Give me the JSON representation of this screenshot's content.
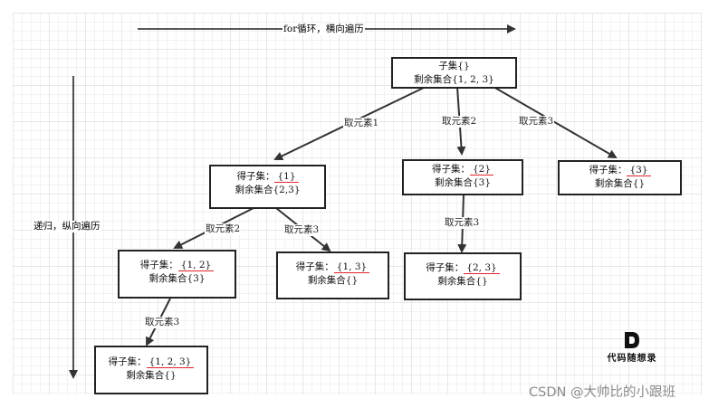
{
  "axes": {
    "horizontal": "for循环，横向遍历",
    "vertical": "递归，纵向遍历"
  },
  "nodes": {
    "root": {
      "line1": "子集{}",
      "line2": "剩余集合{1, 2, 3}"
    },
    "n1": {
      "prefix": "得子集：",
      "subset": "{1}",
      "line2": "剩余集合{2,3}"
    },
    "n2": {
      "prefix": "得子集：",
      "subset": "{2}",
      "line2": "剩余集合{3}"
    },
    "n3": {
      "prefix": "得子集：",
      "subset": "{3}",
      "line2": "剩余集合{}"
    },
    "n12": {
      "prefix": "得子集：",
      "subset": "{1, 2}",
      "line2": "剩余集合{3}"
    },
    "n13": {
      "prefix": "得子集：",
      "subset": "{1, 3}",
      "line2": "剩余集合{}"
    },
    "n23": {
      "prefix": "得子集：",
      "subset": "{2, 3}",
      "line2": "剩余集合{}"
    },
    "n123": {
      "prefix": "得子集：",
      "subset": "{1, 2, 3}",
      "line2": "剩余集合{}"
    }
  },
  "edges": {
    "root_n1": "取元素1",
    "root_n2": "取元素2",
    "root_n3": "取元素3",
    "n1_n12": "取元素2",
    "n1_n13": "取元素3",
    "n2_n23": "取元素3",
    "n12_n123": "取元素3"
  },
  "logo": {
    "letter": "D",
    "text": "代码随想录"
  },
  "watermark": "CSDN @大帅比的小跟班"
}
